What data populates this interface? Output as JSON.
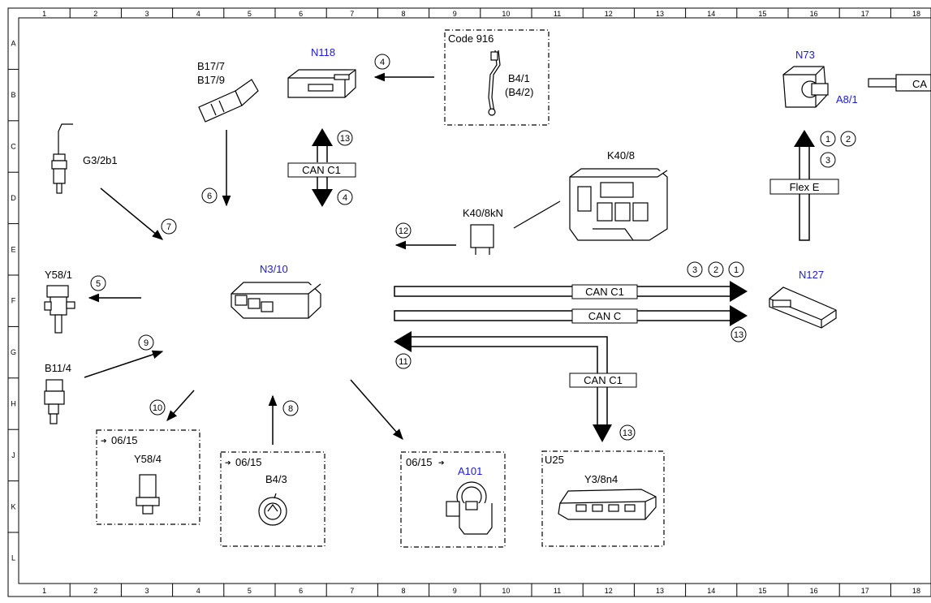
{
  "grid": {
    "columns": [
      "1",
      "2",
      "3",
      "4",
      "5",
      "6",
      "7",
      "8",
      "9",
      "10",
      "11",
      "12",
      "13",
      "14",
      "15",
      "16",
      "17",
      "18"
    ],
    "rows": [
      "A",
      "B",
      "C",
      "D",
      "E",
      "F",
      "G",
      "H",
      "J",
      "K",
      "L"
    ]
  },
  "components": {
    "n118": "N118",
    "b17": [
      "B17/7",
      "B17/9"
    ],
    "code916": "Code 916",
    "b41": [
      "B4/1",
      "(B4/2)"
    ],
    "n73": "N73",
    "a81": "A8/1",
    "ca_partial": "CA",
    "g32b1": "G3/2b1",
    "k408": "K40/8",
    "k408kn": "K40/8kN",
    "y581": "Y58/1",
    "n310": "N3/10",
    "n127": "N127",
    "b114": "B11/4",
    "y584": "Y58/4",
    "b43": "B4/3",
    "a101": "A101",
    "u25": "U25",
    "y38n4": "Y3/8n4"
  },
  "date_marks": {
    "y584_date": "06/15",
    "b43_date": "06/15",
    "a101_date": "06/15"
  },
  "bus_labels": {
    "can_c1_top": "CAN C1",
    "can_c1_f": "CAN C1",
    "can_c": "CAN C",
    "can_c1_h": "CAN C1",
    "flex_e": "Flex E"
  },
  "callouts": {
    "c4_top": "4",
    "c13_top": "13",
    "c4_mid": "4",
    "c6": "6",
    "c7": "7",
    "c5": "5",
    "c9": "9",
    "c10": "10",
    "c8": "8",
    "c12": "12",
    "c3_f": "3",
    "c2_f": "2",
    "c1_f": "1",
    "c13_f": "13",
    "c11": "11",
    "c13_h": "13",
    "c1_n73": "1",
    "c2_n73": "2",
    "c3_n73": "3"
  },
  "colors": {
    "line": "#000000",
    "accent_blue": "#1a1adc"
  }
}
